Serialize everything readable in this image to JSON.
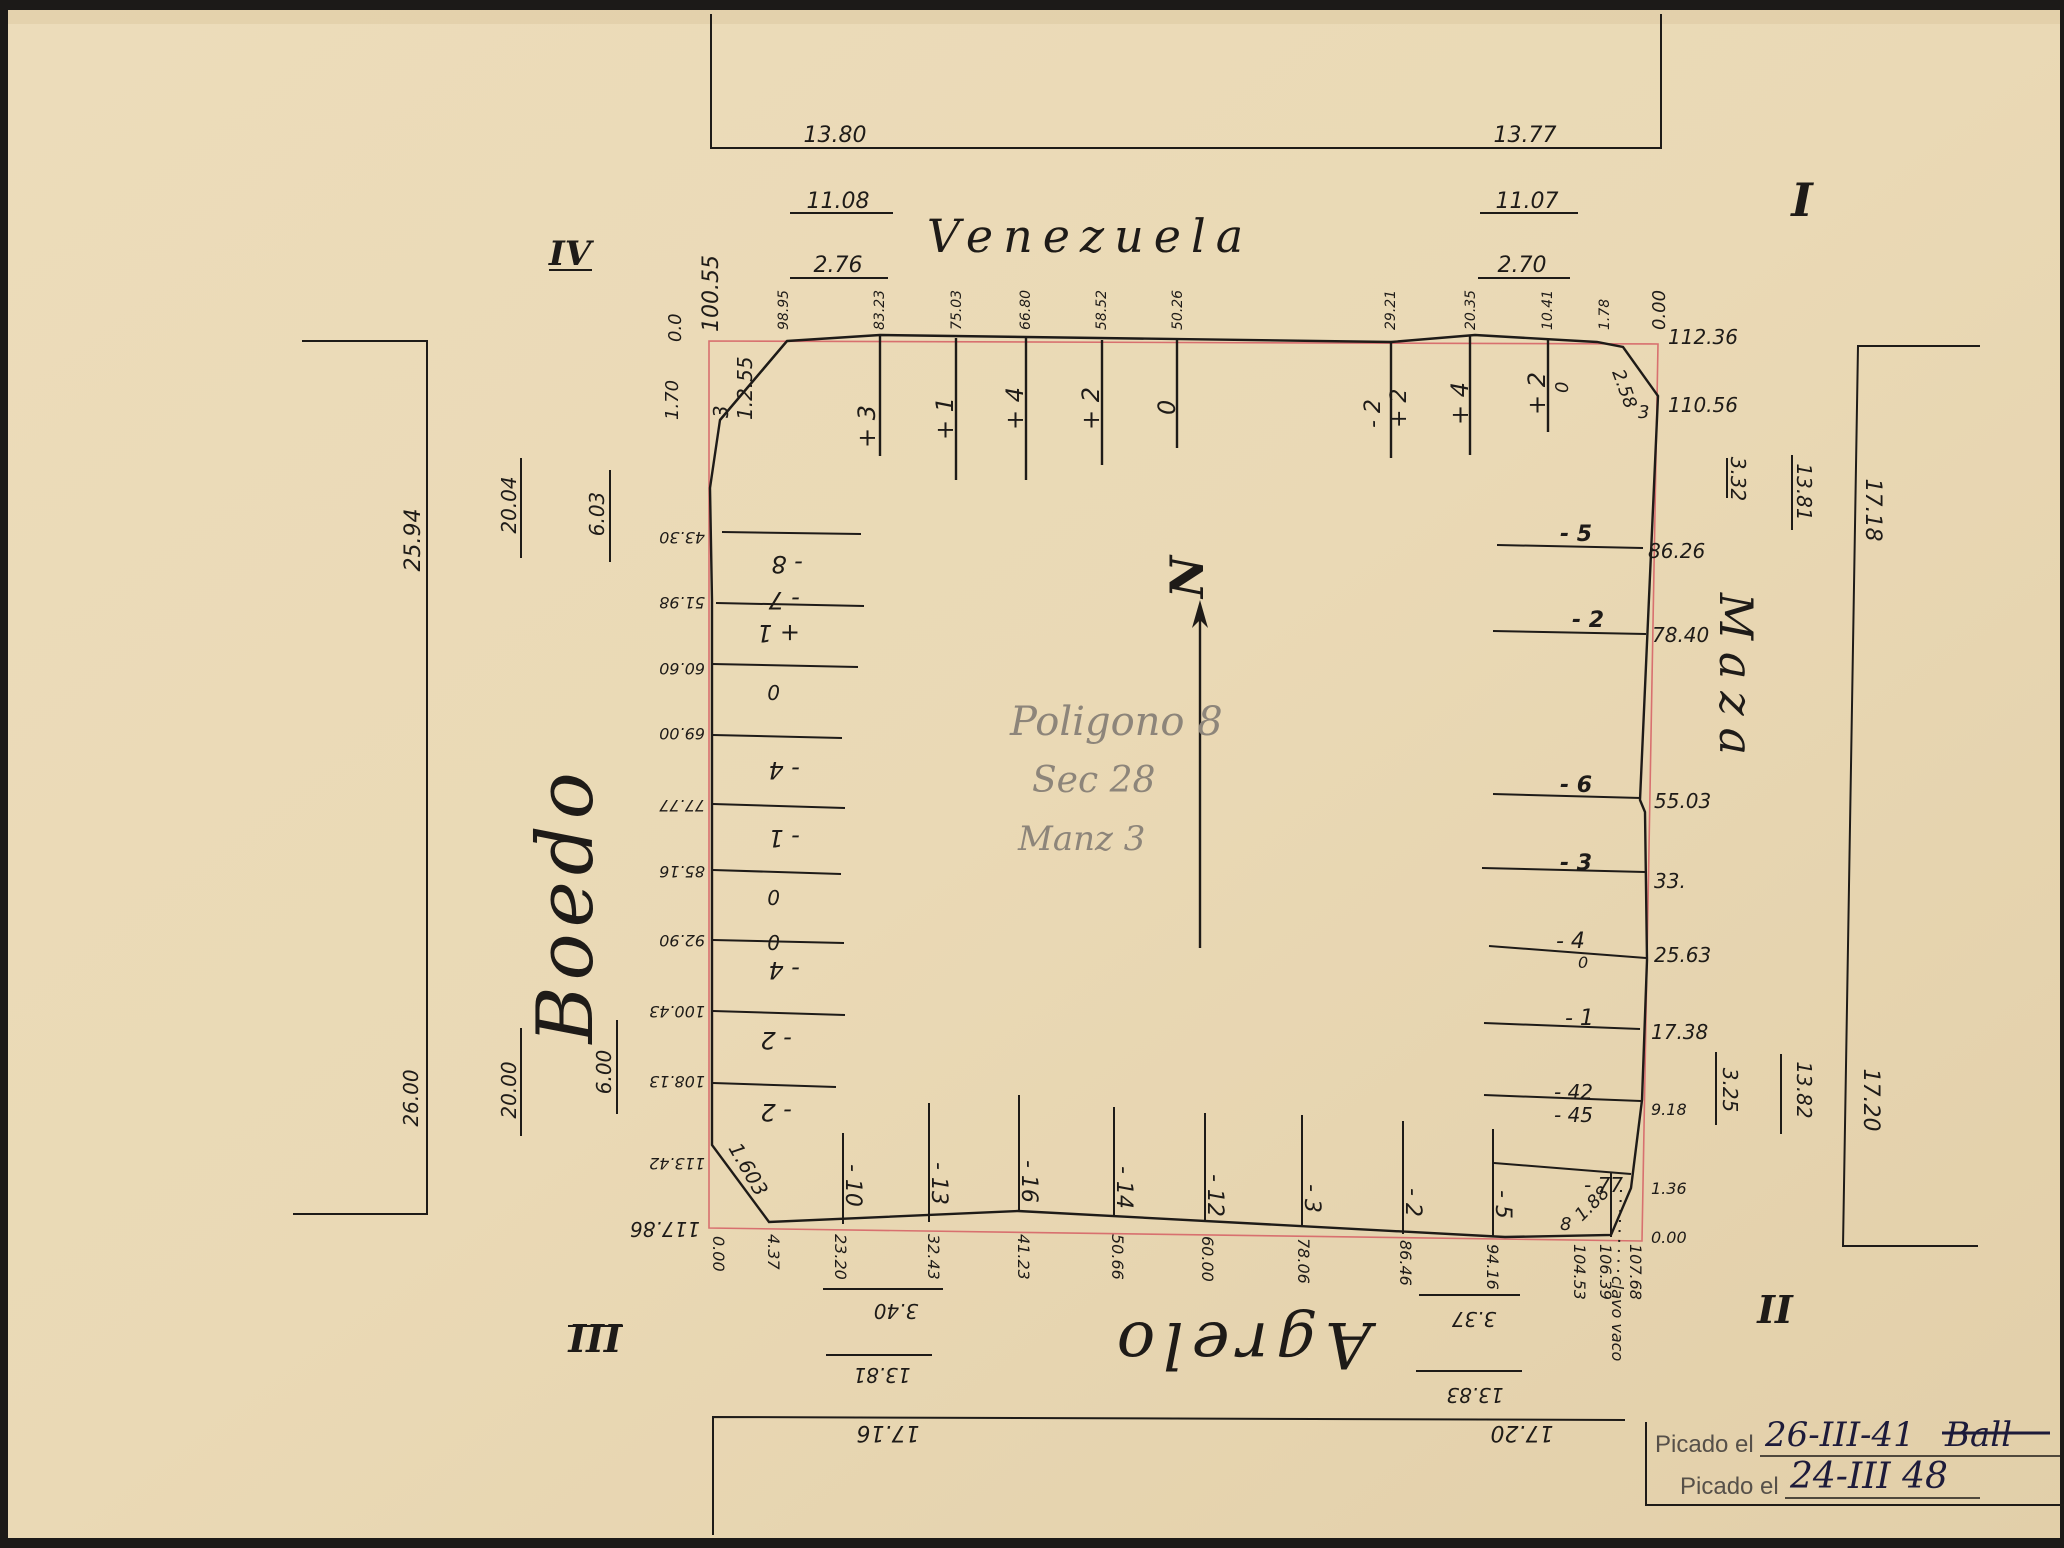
{
  "plan": {
    "streets": {
      "north": "Venezuela",
      "west": "Boedo",
      "east": "Maza",
      "south": "Agrelo"
    },
    "quadrants": {
      "nw": "IV",
      "ne": "I",
      "sw": "III",
      "se": "II"
    },
    "label": {
      "line1": "Poligono 8",
      "line2": "Sec 28",
      "line3": "Manz 3"
    },
    "north_letter": "N",
    "north_dims": {
      "outer_left": "13.80",
      "outer_right": "13.77",
      "mid_left": "11.08",
      "mid_right": "11.07",
      "inner_left": "2.76",
      "inner_right": "2.70"
    },
    "north_chain": [
      "100.55",
      "98.95",
      "83.23",
      "75.03",
      "66.80",
      "58.52",
      "50.26",
      "29.21",
      "20.35",
      "10.41",
      "1.78",
      "0.00"
    ],
    "north_offsets": [
      "+ 3",
      "+ 1",
      "+ 4",
      "+ 2",
      "0",
      "- 2",
      "+ 2",
      "+ 4",
      "+ 2",
      "0"
    ],
    "north_corner_nw": [
      "0.0",
      "1.70",
      "1.2.55",
      "3"
    ],
    "north_corner_ne": [
      "112.36",
      "110.56",
      "2.58",
      "3"
    ],
    "west_dims": {
      "top_outer": "25.94",
      "top_mid": "20.04",
      "top_inner": "6.03",
      "bot_outer": "26.00",
      "bot_mid": "20.00",
      "bot_inner": "6.00"
    },
    "west_chain": [
      "43.30",
      "51.98",
      "60.60",
      "69.00",
      "77.77",
      "85.16",
      "92.90",
      "100.43",
      "108.13",
      "113.42",
      "117.86"
    ],
    "west_offsets": [
      "- 8",
      "- 7",
      "+ 1",
      "0",
      "- 4",
      "- 1",
      "0",
      "0",
      "- 4",
      "- 2",
      "- 2"
    ],
    "west_corner_sw": "1.603",
    "east_dims": {
      "top_inner": "3.32",
      "top_mid": "13.81",
      "top_outer": "17.18",
      "bot_inner": "3.25",
      "bot_mid": "13.82",
      "bot_outer": "17.20"
    },
    "east_chain": [
      "86.26",
      "78.40",
      "55.03",
      "33.",
      "25.63",
      "17.38",
      "9.18",
      "1.36",
      "0.00"
    ],
    "east_offsets": [
      "- 5",
      "- 2",
      "- 6",
      "- 3",
      "- 4",
      "0",
      "- 1",
      "- 42",
      "- 45",
      "- 77",
      "8",
      "1.88"
    ],
    "south_chain": [
      "0.00",
      "4.37",
      "23.20",
      "32.43",
      "41.23",
      "50.66",
      "60.00",
      "78.06",
      "86.46",
      "94.16",
      "104.53",
      "106.39",
      "107.68"
    ],
    "south_offsets": [
      "- 10",
      "- 13",
      "- 16",
      "- 14",
      "- 12",
      "- 3",
      "- 2",
      "- 5"
    ],
    "south_note": "clavo vaco",
    "south_dims": {
      "upper_left": "3.40",
      "lower_left": "13.81",
      "upper_right": "3.37",
      "lower_right": "13.83",
      "bottom_left": "17.16",
      "bottom_right": "17.20"
    }
  },
  "stamp": {
    "line1_label": "Picado el",
    "line1_date": "26-III-41",
    "line1_initials": "Ball",
    "line2_label": "Picado el",
    "line2_date": "24-III 48"
  },
  "colors": {
    "paper": "#e8d8b6",
    "ink": "#1e1b18",
    "red_line": "#d8706f",
    "pencil": "#8d857a"
  }
}
